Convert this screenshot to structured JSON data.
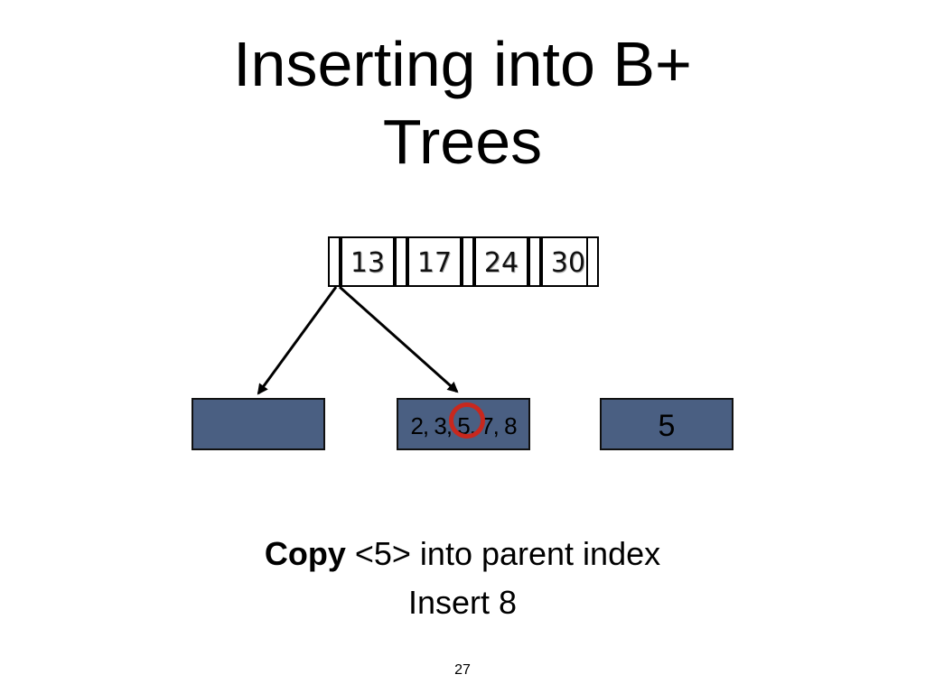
{
  "slide": {
    "title_line1": "Inserting into B+",
    "title_line2": "Trees",
    "page_number": "27"
  },
  "root": {
    "keys": [
      "13",
      "17",
      "24",
      "30"
    ]
  },
  "leaves": {
    "left": "",
    "middle": "2, 3, 5, 7, 8",
    "right": "5"
  },
  "caption": {
    "bold_text": "Copy",
    "line1_rest": " <5> into parent index",
    "line2": "Insert 8"
  },
  "colors": {
    "leaf_fill": "#4a5f82",
    "highlight_circle": "#c8281e"
  }
}
